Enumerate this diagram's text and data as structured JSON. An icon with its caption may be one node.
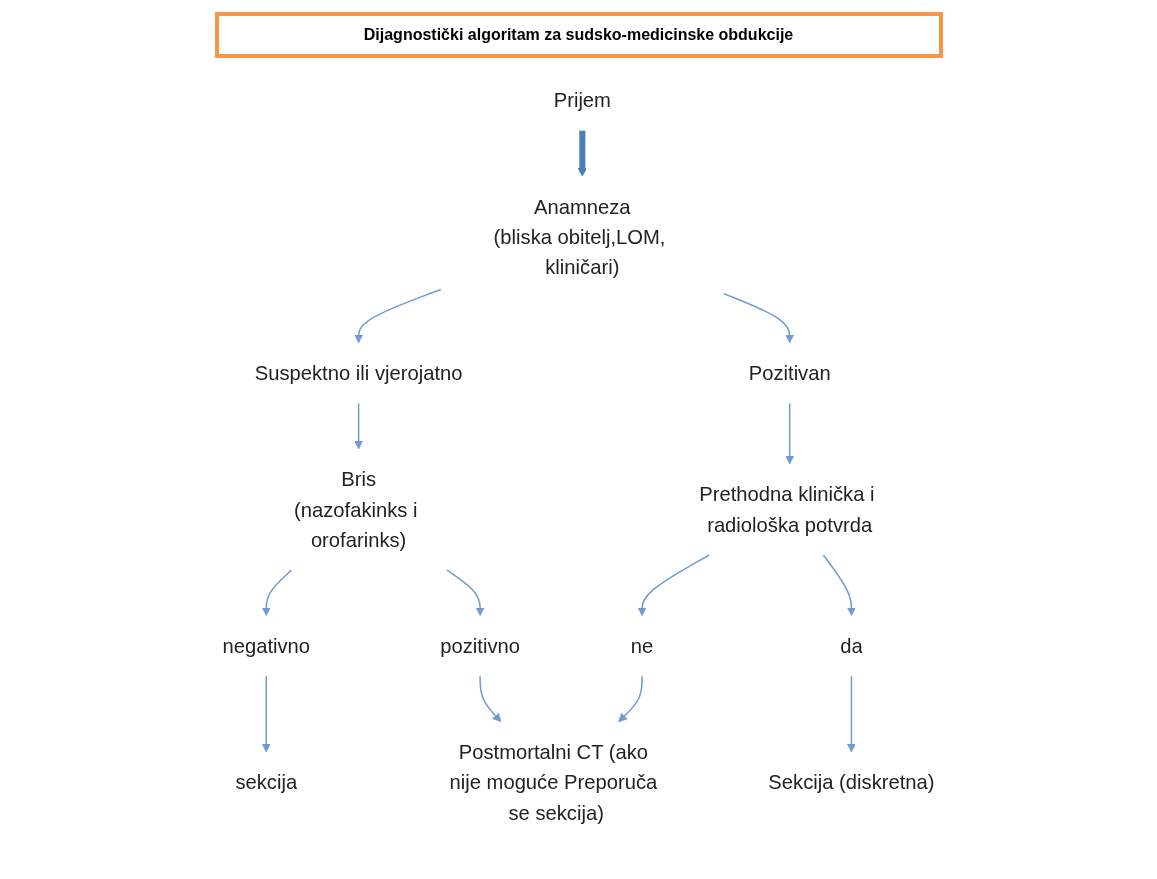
{
  "diagram": {
    "title": "Dijagnostički algoritam za sudsko-medicinske obdukcije",
    "nodes": [
      {
        "text": [
          "Prijem"
        ]
      },
      {
        "text": [
          "Anamneza",
          "(bliska obitelj,LOM, kliničari)"
        ]
      },
      {
        "text": [
          "Suspektno ili vjerojatno"
        ]
      },
      {
        "text": [
          "Pozitivan"
        ]
      },
      {
        "text": [
          "Bris",
          "(nazofakinks i orofarinks)"
        ]
      },
      {
        "text": [
          "Prethodna klinička i radiološka potvrda"
        ]
      },
      {
        "text": [
          "negativno"
        ]
      },
      {
        "text": [
          "pozitivno"
        ]
      },
      {
        "text": [
          "ne"
        ]
      },
      {
        "text": [
          "da"
        ]
      },
      {
        "text": [
          "sekcija"
        ]
      },
      {
        "text": [
          "Postmortalni CT (ako nije moguće Preporuča se sekcija)"
        ]
      },
      {
        "text": [
          "Sekcija (diskretna)"
        ]
      }
    ],
    "edges": [
      {
        "from": 0,
        "to": 1,
        "arrow": "to",
        "style": "thick",
        "color": "#4a7ebb"
      },
      {
        "from": 1,
        "to": 2,
        "arrow": "to"
      },
      {
        "from": 1,
        "to": 3,
        "arrow": "to"
      },
      {
        "from": 2,
        "to": 4,
        "arrow": "to"
      },
      {
        "from": 3,
        "to": 5,
        "arrow": "to"
      },
      {
        "from": 4,
        "to": 6,
        "arrow": "to"
      },
      {
        "from": 4,
        "to": 7,
        "arrow": "to"
      },
      {
        "from": 5,
        "to": 8,
        "arrow": "to"
      },
      {
        "from": 5,
        "to": 9,
        "arrow": "to"
      },
      {
        "from": 6,
        "to": 10,
        "arrow": "to"
      },
      {
        "from": 7,
        "to": 11,
        "arrow": "to"
      },
      {
        "from": 8,
        "to": 11,
        "arrow": "to"
      },
      {
        "from": 9,
        "to": 12,
        "arrow": "to"
      }
    ]
  }
}
